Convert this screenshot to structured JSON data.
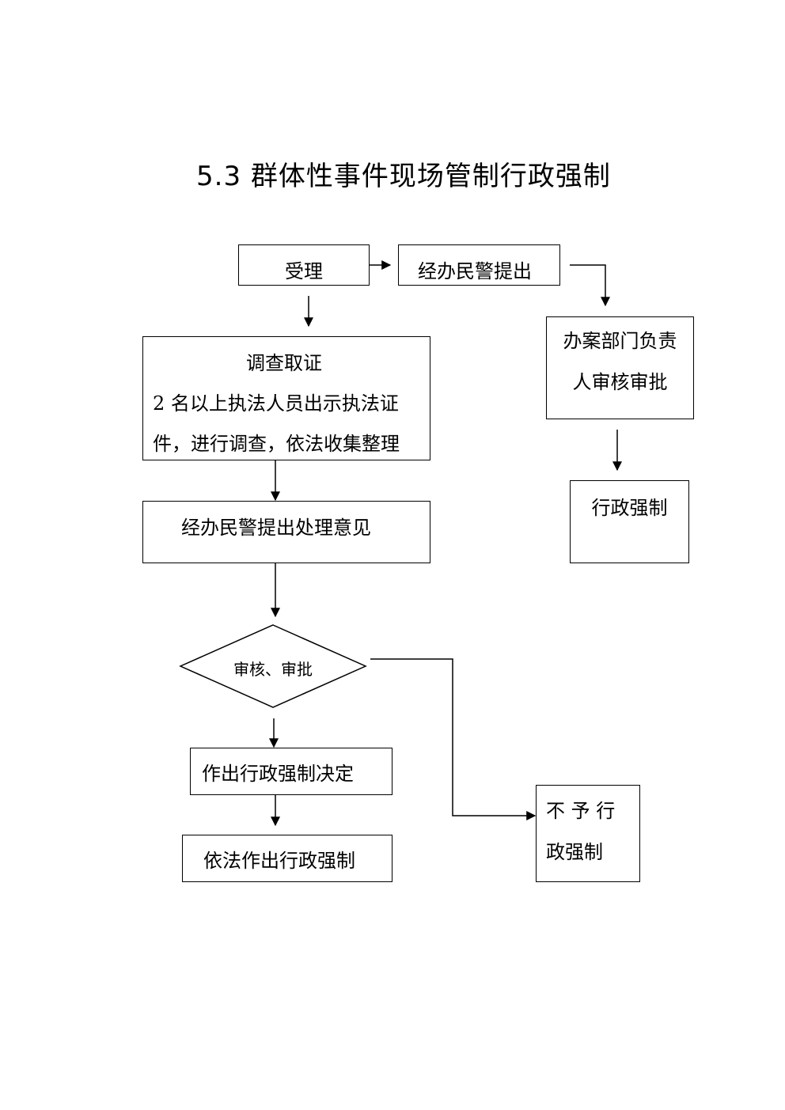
{
  "title": "5.3 群体性事件现场管制行政强制",
  "nodes": {
    "accept": "受理",
    "officer_propose": "经办民警提出",
    "dept_review": [
      "办案部门负责",
      "人审核审批"
    ],
    "admin_coercion": "行政强制",
    "investigate": [
      "调查取证",
      "2 名以上执法人员出示执法证",
      "件，进行调查，依法收集整理"
    ],
    "officer_opinion": "经办民警提出处理意见",
    "review_decision": "审核、审批",
    "make_decision": "作出行政强制决定",
    "execute": "依法作出行政强制",
    "no_coercion": [
      "不 予 行",
      "政强制"
    ]
  }
}
